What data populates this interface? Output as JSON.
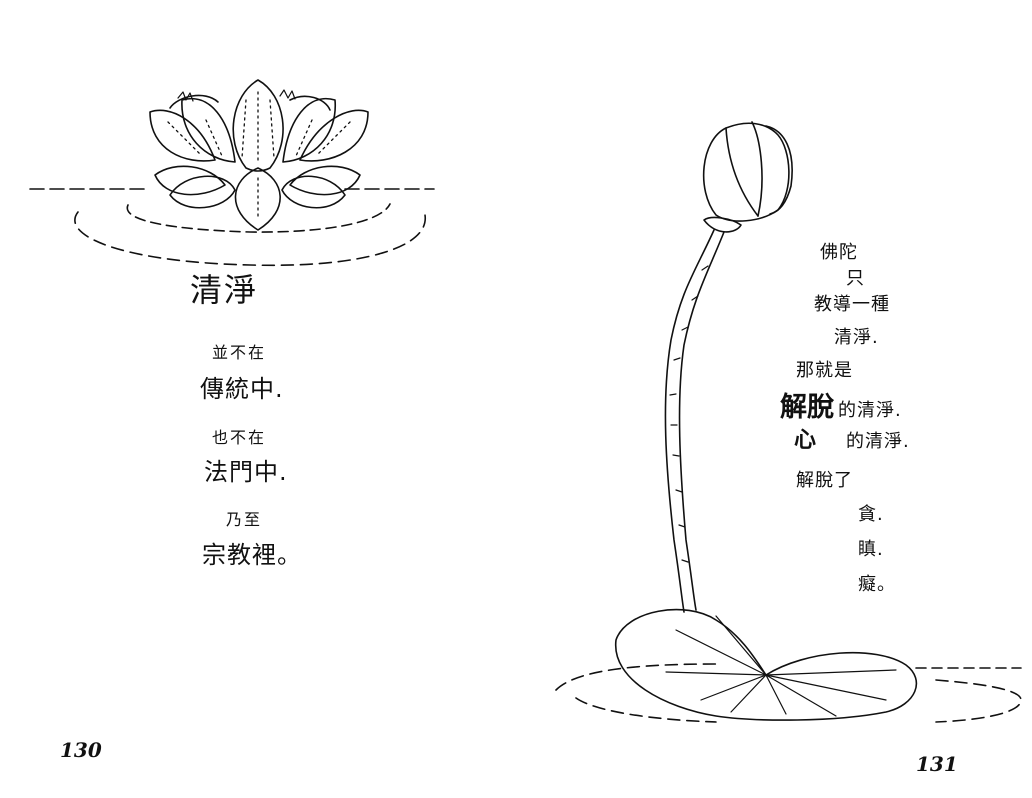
{
  "left_page": {
    "title": "清淨",
    "lines": [
      {
        "small": "並不在",
        "big": "傳統中."
      },
      {
        "small": "也不在",
        "big": "法門中."
      },
      {
        "small": "乃至",
        "big": "宗教裡。"
      }
    ],
    "page_number": "130"
  },
  "right_page": {
    "lines": {
      "l1": "佛陀",
      "l2": "只",
      "l3": "教導一種",
      "l4": "清淨.",
      "l5": "那就是",
      "l6_bold": "解脫",
      "l6_rest": "的清淨.",
      "l7_bold": "心",
      "l7_rest": "的清淨.",
      "l8": "解脫了",
      "l9": "貪.",
      "l10": "瞋.",
      "l11": "癡。"
    },
    "page_number": "131"
  }
}
